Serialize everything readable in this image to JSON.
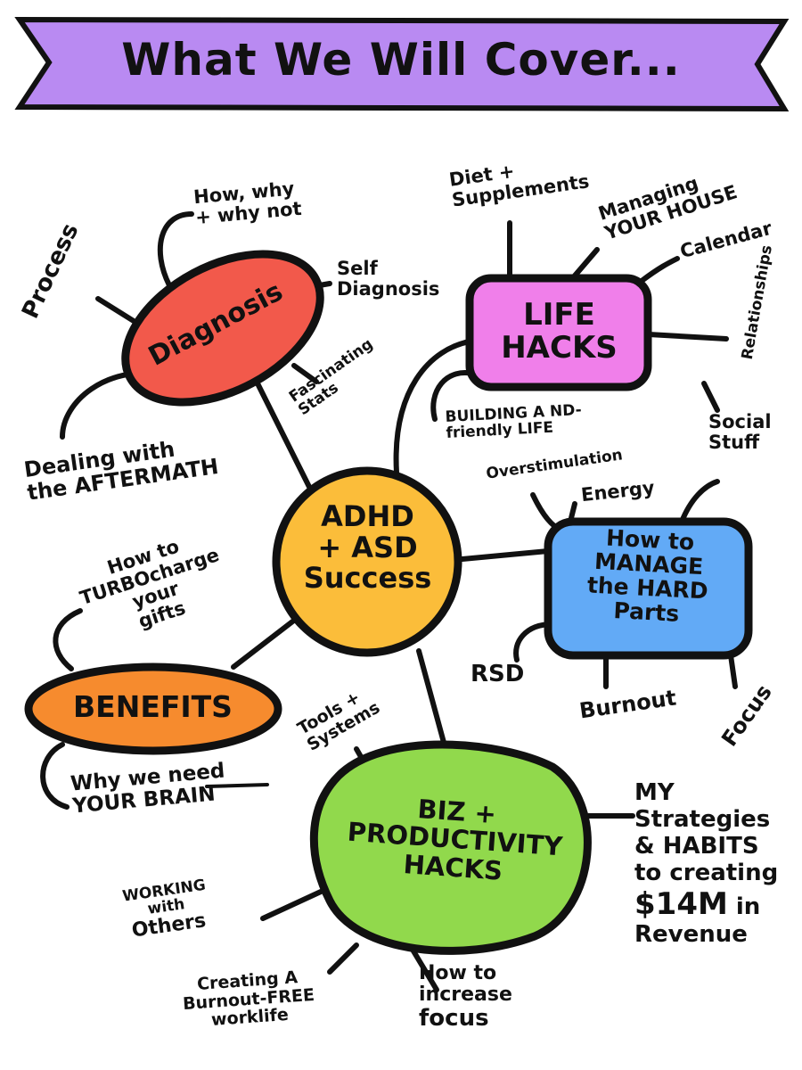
{
  "title": "What We Will Cover...",
  "colors": {
    "banner": "#b98af2",
    "center": "#fbbd3a",
    "diagnosis": "#f2594b",
    "life_hacks": "#f07fea",
    "hard_parts": "#62aaf6",
    "benefits": "#f68b2e",
    "biz": "#91d94c",
    "ink": "#111111"
  },
  "center": {
    "line1": "ADHD",
    "line2": "+ ASD",
    "line3": "Success"
  },
  "diagnosis": {
    "label": "Diagnosis",
    "branches": {
      "how_why_1": "How, why",
      "how_why_2": "+ why not",
      "self_1": "Self",
      "self_2": "Diagnosis",
      "stats_1": "Fascinating",
      "stats_2": "Stats",
      "aftermath_1": "Dealing with",
      "aftermath_2": "the AFTERMATH",
      "process": "Process"
    }
  },
  "life_hacks": {
    "line1": "LIFE",
    "line2": "HACKS",
    "branches": {
      "diet_1": "Diet +",
      "diet_2": "Supplements",
      "house_1": "Managing",
      "house_2": "YOUR HOUSE",
      "calendar": "Calendar",
      "relationships": "Relationships",
      "nd_1": "BUILDING A ND-",
      "nd_2": "friendly LIFE"
    }
  },
  "hard_parts": {
    "line1": "How to",
    "line2": "MANAGE",
    "line3": "the HARD",
    "line4": "Parts",
    "branches": {
      "overstim": "Overstimulation",
      "energy": "Energy",
      "social_1": "Social",
      "social_2": "Stuff",
      "rsd": "RSD",
      "burnout": "Burnout",
      "focus": "Focus"
    }
  },
  "benefits": {
    "label": "BENEFITS",
    "branches": {
      "turbo_1": "How to",
      "turbo_2": "TURBOcharge",
      "turbo_3": "your",
      "turbo_4": "gifts",
      "brain_1": "Why we need",
      "brain_2": "YOUR BRAIN"
    }
  },
  "biz": {
    "line1": "BIZ +",
    "line2": "PRODUCTIVITY",
    "line3": "HACKS",
    "branches": {
      "tools_1": "Tools +",
      "tools_2": "Systems",
      "strat_1": "MY",
      "strat_2": "Strategies",
      "strat_3": "& HABITS",
      "strat_4": "to creating",
      "strat_5": "$14M",
      "strat_6": "in",
      "strat_7": "Revenue",
      "others_1": "WORKING",
      "others_2": "with",
      "others_3": "Others",
      "burnout_1": "Creating A",
      "burnout_2": "Burnout-FREE",
      "burnout_3": "worklife",
      "focus_1": "How to",
      "focus_2": "increase",
      "focus_3": "focus"
    }
  }
}
